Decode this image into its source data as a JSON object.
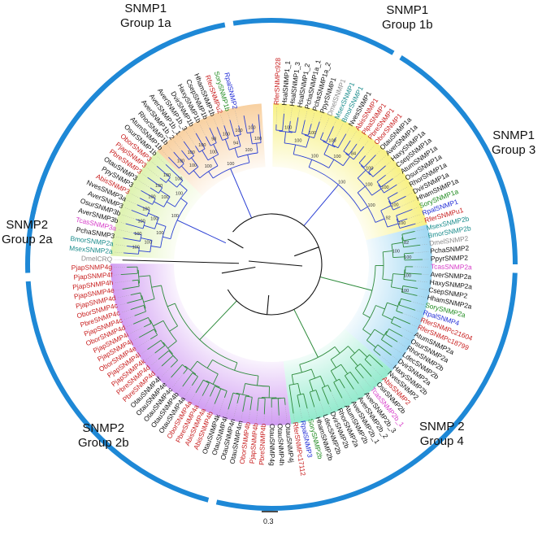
{
  "groups": {
    "snmp1_1a": [
      "SNMP1",
      "Group 1a"
    ],
    "snmp1_1b": [
      "SNMP1",
      "Group 1b"
    ],
    "snmp1_3": [
      "SNMP1",
      "Group 3"
    ],
    "snmp2_2a": [
      "SNMP2",
      "Group 2a"
    ],
    "snmp2_2b": [
      "SNMP2",
      "Group 2b"
    ],
    "snmp2_4": [
      "SNMP 2",
      "Group 4"
    ]
  },
  "scale_bar_label": "0.3",
  "colors": {
    "ring": "#1e88d6",
    "group1a_fill": "#f6ee6e",
    "group1b_fill": "#f7c890",
    "group3_fill": "#d8f0a2",
    "group2a_fill": "#8fd0f0",
    "group2b_fill": "#7fe6c4",
    "group4_fill": "#c98df0",
    "branch_snmp1": "#2a3fd4",
    "branch_snmp2": "#2e8b3c",
    "black": "#111111",
    "red": "#c81e1e",
    "green": "#1e8a1e",
    "blue": "#1f2ad6",
    "teal": "#1a8c8c",
    "magenta": "#d63cc8",
    "gray": "#8a8a8a"
  },
  "leaves": [
    {
      "name": "RferSNMPc928",
      "c": "red"
    },
    {
      "name": "HsalSNMP1_1",
      "c": "black"
    },
    {
      "name": "HsalSNMP1_3",
      "c": "black"
    },
    {
      "name": "HsalSNMP1_2",
      "c": "black"
    },
    {
      "name": "PchaSNMP1a_1",
      "c": "black"
    },
    {
      "name": "PchaSNMP1a_2",
      "c": "black"
    },
    {
      "name": "PpyrSNMP1",
      "c": "black"
    },
    {
      "name": "DmelSNMP1",
      "c": "gray"
    },
    {
      "name": "MsexSNMP1",
      "c": "teal"
    },
    {
      "name": "BmorSNMP1",
      "c": "teal"
    },
    {
      "name": "NvesSNMP1",
      "c": "black"
    },
    {
      "name": "AbisSNMP1",
      "c": "red"
    },
    {
      "name": "PlpaSNMP1",
      "c": "red"
    },
    {
      "name": "PbreSNMP1",
      "c": "red"
    },
    {
      "name": "OborSNMP1",
      "c": "red"
    },
    {
      "name": "OtauSNMP1a",
      "c": "black"
    },
    {
      "name": "AverSNMP1a",
      "c": "black"
    },
    {
      "name": "HaxySNMP1a",
      "c": "black"
    },
    {
      "name": "CsepSNMP1a",
      "c": "black"
    },
    {
      "name": "AtumSNMP1a",
      "c": "black"
    },
    {
      "name": "OsurSNMP1a",
      "c": "black"
    },
    {
      "name": "RhorSNMP1a",
      "c": "black"
    },
    {
      "name": "DvirSNMP1a",
      "c": "black"
    },
    {
      "name": "HhamSNMP1a",
      "c": "black"
    },
    {
      "name": "SorySNMP1a",
      "c": "green"
    },
    {
      "name": "RpalSNMP1",
      "c": "blue"
    },
    {
      "name": "RferSNMPu1",
      "c": "red"
    },
    {
      "name": "MsexSNMP2b",
      "c": "teal"
    },
    {
      "name": "BmorSNMP2b",
      "c": "teal"
    },
    {
      "name": "DmelSNMP2",
      "c": "gray"
    },
    {
      "name": "PchaSNMP2",
      "c": "black"
    },
    {
      "name": "PpyrSNMP2",
      "c": "black"
    },
    {
      "name": "TcasSNMP2a",
      "c": "magenta"
    },
    {
      "name": "AverSNMP2a",
      "c": "black"
    },
    {
      "name": "HaxySNMP2a",
      "c": "black"
    },
    {
      "name": "CsepSNMP2",
      "c": "black"
    },
    {
      "name": "HhamSNMP2a",
      "c": "black"
    },
    {
      "name": "SorySNMP2a",
      "c": "green"
    },
    {
      "name": "RpalSNMP4",
      "c": "blue"
    },
    {
      "name": "RferSNMPc21604",
      "c": "red"
    },
    {
      "name": "RferSNMPc18799",
      "c": "red"
    },
    {
      "name": "AtumSNMP2a",
      "c": "black"
    },
    {
      "name": "OsurSNMP2a",
      "c": "black"
    },
    {
      "name": "RhorSNMP2b",
      "c": "black"
    },
    {
      "name": "LdecSNMP2b",
      "c": "black"
    },
    {
      "name": "DvirSNMP2a",
      "c": "black"
    },
    {
      "name": "HaxySNMP2b",
      "c": "black"
    },
    {
      "name": "NvesSNMP2",
      "c": "black"
    },
    {
      "name": "AbisSNMP2",
      "c": "red"
    },
    {
      "name": "OsirSNMP2b",
      "c": "black"
    },
    {
      "name": "TcasSNMP2b_1",
      "c": "magenta"
    },
    {
      "name": "AverSNMP2b_3",
      "c": "black"
    },
    {
      "name": "AverSNMP2b_2",
      "c": "black"
    },
    {
      "name": "AverSNMP2b_1",
      "c": "black"
    },
    {
      "name": "AtumSNMP2b",
      "c": "black"
    },
    {
      "name": "RhorSNMP2a",
      "c": "black"
    },
    {
      "name": "DvirSNMP2b",
      "c": "black"
    },
    {
      "name": "LdecSNMP2b",
      "c": "black"
    },
    {
      "name": "HhamSNMP2b",
      "c": "black"
    },
    {
      "name": "SorySNMP2b",
      "c": "green"
    },
    {
      "name": "RpalSNMP3",
      "c": "blue"
    },
    {
      "name": "RferSNMPc17112",
      "c": "red"
    },
    {
      "name": "OtauSNMP4j",
      "c": "black"
    },
    {
      "name": "OtauSNMP4h",
      "c": "black"
    },
    {
      "name": "OtauSNMP4g",
      "c": "black"
    },
    {
      "name": "PbreSNMP4b",
      "c": "red"
    },
    {
      "name": "PjapSNMP4b",
      "c": "red"
    },
    {
      "name": "OborSNMP4b",
      "c": "red"
    },
    {
      "name": "OtauSNMP4m",
      "c": "black"
    },
    {
      "name": "OtauSNMP4n",
      "c": "black"
    },
    {
      "name": "OtauSNMP4l",
      "c": "black"
    },
    {
      "name": "OtauSNMP4k",
      "c": "black"
    },
    {
      "name": "AbisSNMP4b",
      "c": "red"
    },
    {
      "name": "AbisSNMP4a",
      "c": "red"
    },
    {
      "name": "PbreSNMP4a",
      "c": "red"
    },
    {
      "name": "OborSNMP4a",
      "c": "red"
    },
    {
      "name": "OtauSNMP4a",
      "c": "black"
    },
    {
      "name": "OtauSNMP4b",
      "c": "black"
    },
    {
      "name": "OtauSNMP4c",
      "c": "black"
    },
    {
      "name": "OtauSNMP4e",
      "c": "black"
    },
    {
      "name": "OtauSNMP4f",
      "c": "black"
    },
    {
      "name": "PbreSNMP4d",
      "c": "red"
    },
    {
      "name": "PbreSNMP4d",
      "c": "red"
    },
    {
      "name": "PjapSNMP4k",
      "c": "red"
    },
    {
      "name": "PjapSNMP4l",
      "c": "red"
    },
    {
      "name": "OborSNMP4e",
      "c": "red"
    },
    {
      "name": "PjapSNMP4j",
      "c": "red"
    },
    {
      "name": "PjapSNMP4i",
      "c": "red"
    },
    {
      "name": "OborSNMP4d",
      "c": "red"
    },
    {
      "name": "PjapSNMP4c",
      "c": "red"
    },
    {
      "name": "PbreSNMP4c",
      "c": "red"
    },
    {
      "name": "OborSNMP4c",
      "c": "red"
    },
    {
      "name": "PjapSNMP4d",
      "c": "red"
    },
    {
      "name": "PjapSNMP4e",
      "c": "red"
    },
    {
      "name": "PjapSNMP4h",
      "c": "red"
    },
    {
      "name": "PjapSNMP4f",
      "c": "red"
    },
    {
      "name": "PjapSNMP4g",
      "c": "red"
    },
    {
      "name": "DmelCRQ",
      "c": "gray"
    },
    {
      "name": "MsexSNMP2a",
      "c": "teal"
    },
    {
      "name": "BmorSNMP2a",
      "c": "teal"
    },
    {
      "name": "PchaSNMP3",
      "c": "black"
    },
    {
      "name": "TcasSNMP3a",
      "c": "magenta"
    },
    {
      "name": "AverSNMP3b",
      "c": "black"
    },
    {
      "name": "OsurSNMP3b",
      "c": "black"
    },
    {
      "name": "AverSNMP3",
      "c": "black"
    },
    {
      "name": "NvesSNMP3a",
      "c": "black"
    },
    {
      "name": "AbisSNMP3",
      "c": "red"
    },
    {
      "name": "PpySNMP3",
      "c": "black"
    },
    {
      "name": "OtauSNMP3",
      "c": "black"
    },
    {
      "name": "PbreSNMP3",
      "c": "red"
    },
    {
      "name": "PjapSNMP3",
      "c": "red"
    },
    {
      "name": "OborSNMP3",
      "c": "red"
    },
    {
      "name": "OsurSNMP1b",
      "c": "black"
    },
    {
      "name": "AtumSNMP1b",
      "c": "black"
    },
    {
      "name": "RhorSNMP1b",
      "c": "black"
    },
    {
      "name": "AverSNMP1b_2",
      "c": "black"
    },
    {
      "name": "AverSNMP1b_1",
      "c": "black"
    },
    {
      "name": "AverSNMP1b_3",
      "c": "black"
    },
    {
      "name": "DvirSNMP1b",
      "c": "black"
    },
    {
      "name": "HaxySNMP1b",
      "c": "black"
    },
    {
      "name": "CsepSNMP1b",
      "c": "black"
    },
    {
      "name": "HhamSNMP1b",
      "c": "black"
    },
    {
      "name": "RferSNMPu2",
      "c": "red"
    },
    {
      "name": "SorySNMP1b",
      "c": "green"
    },
    {
      "name": "RpalSNMP2",
      "c": "blue"
    }
  ],
  "bootstrap_labels": [
    "100",
    "100",
    "100",
    "100",
    "98",
    "100",
    "100",
    "100",
    "100",
    "94",
    "100",
    "100",
    "100",
    "100",
    "100",
    "100",
    "100",
    "100",
    "84",
    "100",
    "100",
    "100",
    "100",
    "100",
    "100",
    "100",
    "92",
    "100",
    "100",
    "100",
    "100",
    "100",
    "100",
    "100",
    "100",
    "100",
    "100",
    "100",
    "100",
    "100",
    "100",
    "100",
    "100",
    "82",
    "100",
    "100",
    "100",
    "100"
  ]
}
